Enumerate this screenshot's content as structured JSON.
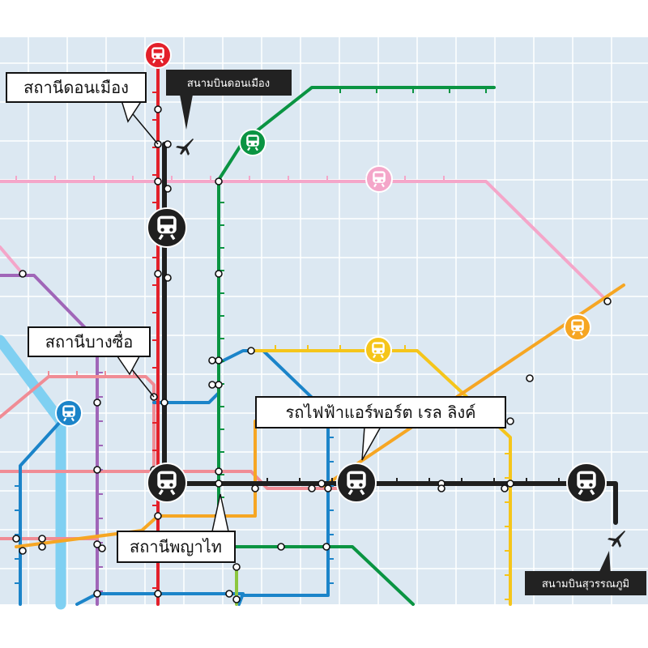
{
  "map": {
    "colors": {
      "background": "#dce8f2",
      "grid": "#ffffff",
      "red_line": "#e3202a",
      "dark_line": "#1f1f1f",
      "green_line": "#0a9442",
      "pink_line": "#f4a6c9",
      "salmon_line": "#f08c95",
      "purple_line": "#a066b8",
      "blue_line": "#1b84c9",
      "light_blue_line": "#7fd0f2",
      "yellow_line": "#f5c51a",
      "orange_line": "#f6a623",
      "lime_line": "#8cc63f"
    },
    "labels": {
      "don_mueang_station": "สถานีดอนเมือง",
      "don_mueang_airport": "สนามบินดอนเมือง",
      "bang_sue_station": "สถานีบางซื่อ",
      "airport_rail_link": "รถไฟฟ้าแอร์พอร์ต เรล ลิงค์",
      "phaya_thai_station": "สถานีพญาไท",
      "suvarnabhumi_airport": "สนามบินสุวรรณภูมิ"
    },
    "icons": {
      "train": "train-icon",
      "airplane": "airplane-icon"
    }
  }
}
